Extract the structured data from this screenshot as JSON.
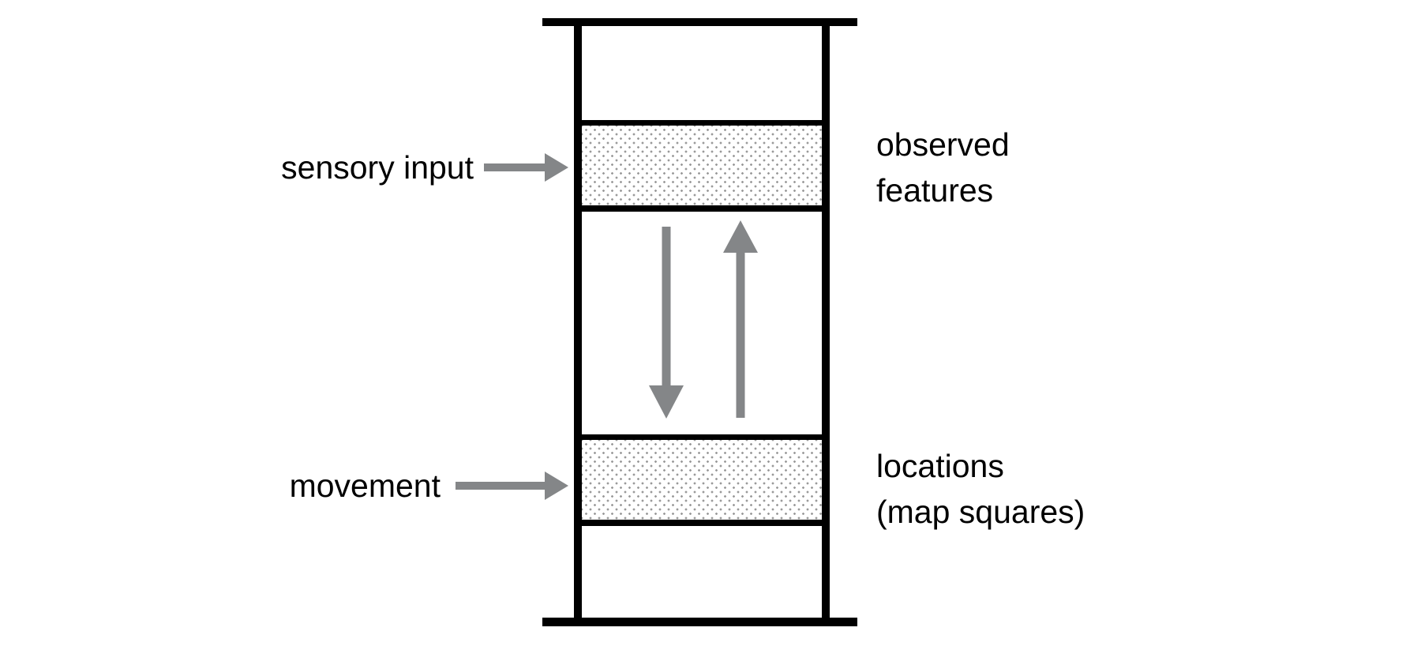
{
  "diagram": {
    "left_labels": {
      "sensory_input": "sensory input",
      "movement": "movement"
    },
    "right_labels": {
      "observed_features": {
        "line1": "observed",
        "line2": "features"
      },
      "locations": {
        "line1": "locations",
        "line2": "(map squares)"
      }
    },
    "icons": {
      "sensory_input_arrow": "right-arrow-icon",
      "movement_arrow": "right-arrow-icon",
      "inference_down_arrow": "down-arrow-icon",
      "inference_up_arrow": "up-arrow-icon"
    },
    "colors": {
      "line_black": "#000000",
      "arrow_gray": "#848688",
      "stipple_dot": "#9a9a9a",
      "background": "#ffffff"
    }
  }
}
